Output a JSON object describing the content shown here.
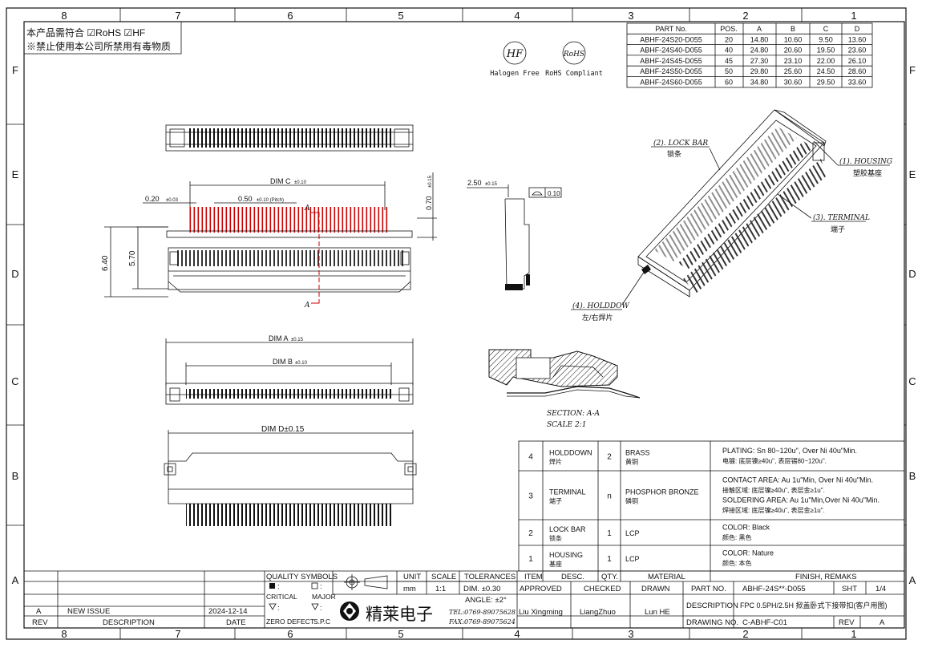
{
  "zones": {
    "cols": [
      "8",
      "7",
      "6",
      "5",
      "4",
      "3",
      "2",
      "1"
    ],
    "rows": [
      "F",
      "E",
      "D",
      "C",
      "B",
      "A"
    ]
  },
  "notes": {
    "line1": "本产品需符合 ☑RoHS ☑HF",
    "line2": "※禁止使用本公司所禁用有毒物质"
  },
  "badges": {
    "hf": "HF",
    "hf_caption": "Halogen Free",
    "rohs": "RoHS",
    "rohs_caption": "RoHS Compliant"
  },
  "part_table": {
    "headers": [
      "PART No.",
      "POS.",
      "A",
      "B",
      "C",
      "D"
    ],
    "rows": [
      [
        "ABHF-24S20-D055",
        "20",
        "14.80",
        "10.60",
        "9.50",
        "13.60"
      ],
      [
        "ABHF-24S40-D055",
        "40",
        "24.80",
        "20.60",
        "19.50",
        "23.60"
      ],
      [
        "ABHF-24S45-D055",
        "45",
        "27.30",
        "23.10",
        "22.00",
        "26.10"
      ],
      [
        "ABHF-24S50-D055",
        "50",
        "29.80",
        "25.60",
        "24.50",
        "28.60"
      ],
      [
        "ABHF-24S60-D055",
        "60",
        "34.80",
        "30.60",
        "29.50",
        "33.60"
      ]
    ]
  },
  "dims": {
    "dim_c": "DIM C",
    "dim_c_tol": "±0.10",
    "pitch_w": "0.20",
    "pitch_w_tol": "±0.03",
    "pitch": "0.50",
    "pitch_tol": "±0.10 (Pitch)",
    "h070": "0.70",
    "h070_tol": "±0.15",
    "h640": "6.40",
    "h570": "5.70",
    "sect_a": "A",
    "w250": "2.50",
    "w250_tol": "±0.15",
    "flat": "0.10",
    "dim_a": "DIM A",
    "dim_a_tol": "±0.15",
    "dim_b": "DIM B",
    "dim_b_tol": "±0.10",
    "dim_d": "DIM D±0.15"
  },
  "callouts": {
    "lock_bar": "(2). LOCK BAR",
    "lock_bar_cn": "锁条",
    "housing": "(1). HOUSING",
    "housing_cn": "塑胶基座",
    "terminal": "(3). TERMINAL",
    "terminal_cn": "端子",
    "holddown": "(4). HOLDDOW",
    "holddown_cn": "左/右焊片"
  },
  "section": {
    "title": "SECTION: A-A",
    "scale": "SCALE  2:1"
  },
  "bom": [
    {
      "item": "4",
      "name": "HOLDDOWN",
      "name_cn": "焊片",
      "qty": "2",
      "mat": "BRASS",
      "mat_cn": "黄铜",
      "finish": [
        "PLATING: Sn 80~120u\", Over Ni 40u\"Min.",
        "电镀: 底层镍≥40u\", 表层锡80~120u\"."
      ]
    },
    {
      "item": "3",
      "name": "TERMINAL",
      "name_cn": "端子",
      "qty": "n",
      "mat": "PHOSPHOR BRONZE",
      "mat_cn": "磷铜",
      "finish": [
        "CONTACT AREA: Au 1u\"Min, Over Ni 40u\"Min.",
        "接触区域: 底层镍≥40u\", 表层金≥1u\".",
        "SOLDERING AREA: Au 1u\"Min,Over Ni 40u\"Min.",
        "焊接区域: 底层镍≥40u\", 表层金≥1u\"."
      ]
    },
    {
      "item": "2",
      "name": "LOCK BAR",
      "name_cn": "锁条",
      "qty": "1",
      "mat": "LCP",
      "mat_cn": "",
      "finish": [
        "COLOR: Black",
        "颜色: 黑色"
      ]
    },
    {
      "item": "1",
      "name": "HOUSING",
      "name_cn": "基座",
      "qty": "1",
      "mat": "LCP",
      "mat_cn": "",
      "finish": [
        "COLOR: Nature",
        "颜色: 本色"
      ]
    }
  ],
  "bom_header": {
    "item": "ITEM",
    "desc": "DESC.",
    "qty": "QTY.",
    "mat": "MATERIAL",
    "finish": "FINISH, REMAKS"
  },
  "title_block": {
    "quality_symbols": "QUALITY SYMBOLS",
    "critical": "CRITICAL",
    "major": "MAJOR",
    "zero_defect": "ZERO DEFECT",
    "spc": "S.P.C",
    "unit_h": "UNIT",
    "unit": "mm",
    "scale_h": "SCALE",
    "scale": "1:1",
    "tol_h": "TOLERANCES",
    "tol_dim": "DIM. ±0.30",
    "tol_angle": "ANGLE: ±2°",
    "company": "精莱电子",
    "tel": "TEL:0769-89075628",
    "fax": "FAX:0769-89075624",
    "approved_h": "APPROVED",
    "checked_h": "CHECKED",
    "drawn_h": "DRAWN",
    "approved": "Liu Xingming",
    "checked": "LiangZhuo",
    "drawn": "Lun HE",
    "partno_h": "PART NO.",
    "partno": "ABHF-24S**-D055",
    "sht_h": "SHT",
    "sht": "1/4",
    "desc_h": "DESCRIPTION",
    "desc": "FPC 0.5PH/2.5H 掀盖卧式下接带扣(客户用图)",
    "drawing_h": "DRAWING NO.",
    "drawing": "C-ABHF-C01",
    "rev_h": "REV",
    "rev": "A",
    "rev_row": {
      "rev": "A",
      "desc": "NEW ISSUE",
      "date": "2024-12-14"
    },
    "rev_col": "REV",
    "desc_col": "DESCRIPTION",
    "date_col": "DATE"
  }
}
